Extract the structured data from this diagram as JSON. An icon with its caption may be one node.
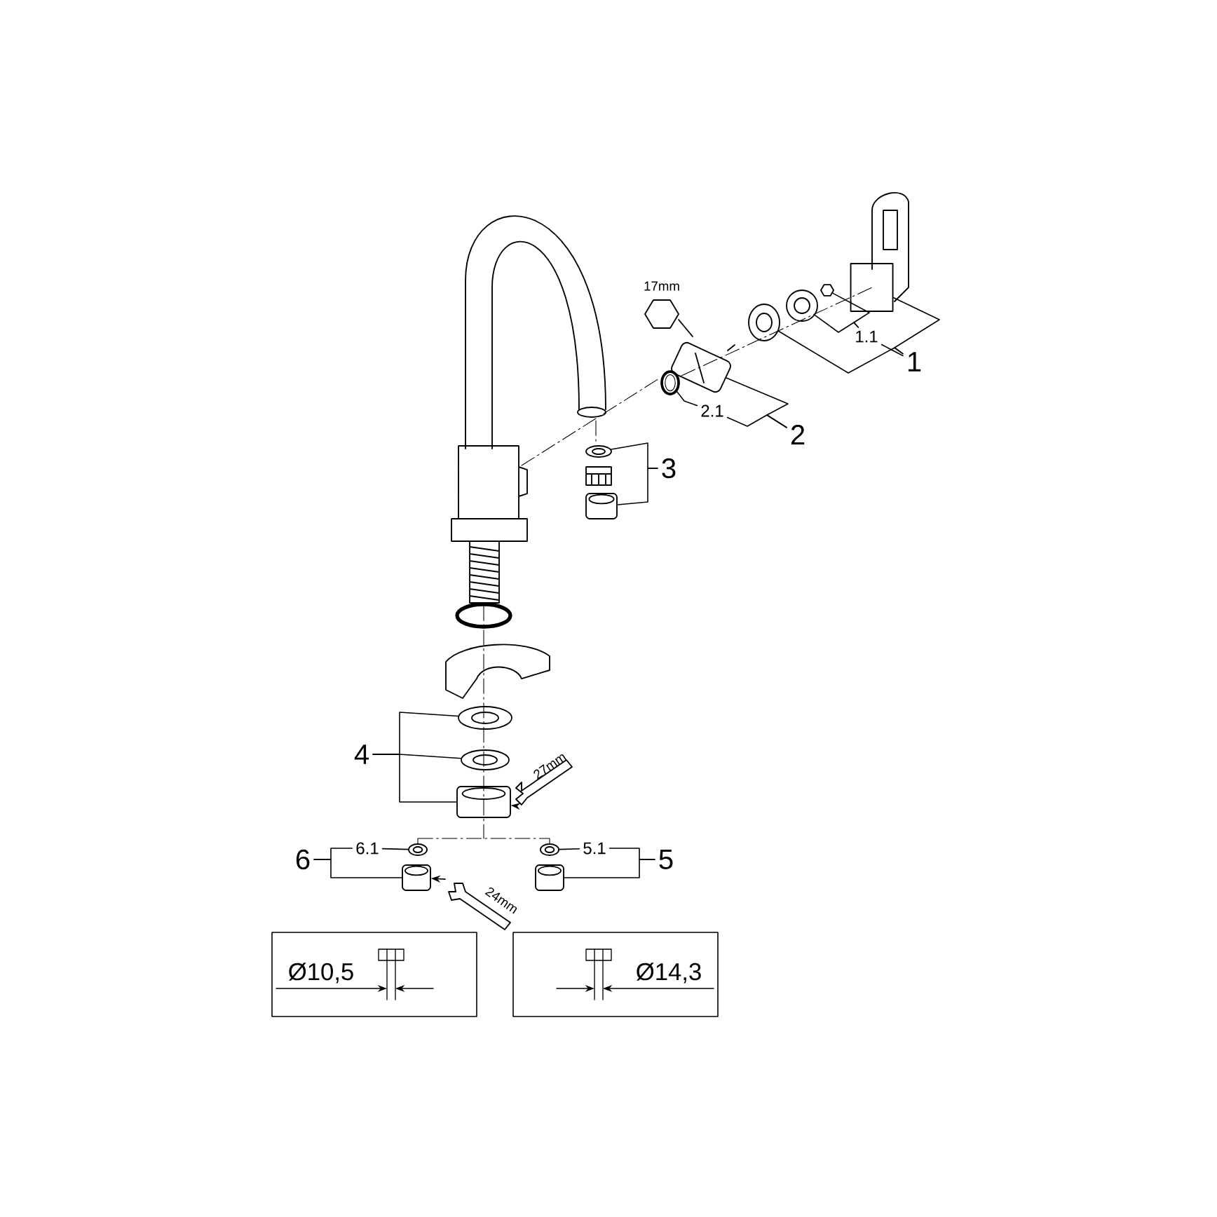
{
  "diagram": {
    "nodes": [
      {
        "text": [
          "1"
        ]
      },
      {
        "text": [
          "1.1"
        ]
      },
      {
        "text": [
          "2"
        ]
      },
      {
        "text": [
          "2.1"
        ]
      },
      {
        "text": [
          "3"
        ]
      },
      {
        "text": [
          "4"
        ]
      },
      {
        "text": [
          "5"
        ]
      },
      {
        "text": [
          "5.1"
        ]
      },
      {
        "text": [
          "6"
        ]
      },
      {
        "text": [
          "6.1"
        ]
      },
      {
        "text": [],
        "shape": "picture"
      },
      {
        "text": [],
        "shape": "picture"
      },
      {
        "text": [],
        "shape": "picture"
      },
      {
        "text": [],
        "shape": "picture"
      },
      {
        "text": [],
        "shape": "picture"
      },
      {
        "text": [],
        "shape": "picture"
      },
      {
        "text": [],
        "shape": "picture"
      },
      {
        "text": [],
        "shape": "picture"
      },
      {
        "text": [],
        "shape": "picture"
      },
      {
        "text": [],
        "shape": "picture"
      },
      {
        "text": [],
        "shape": "picture"
      },
      {
        "text": [],
        "shape": "picture"
      },
      {
        "text": [],
        "shape": "picture"
      },
      {
        "text": [],
        "shape": "picture"
      },
      {
        "text": [],
        "shape": "picture"
      },
      {
        "text": [
          "Ø10,5"
        ]
      },
      {
        "text": [
          "Ø14,3"
        ]
      },
      {
        "text": [],
        "shape": "picture",
        "beside": [
          "27mm"
        ]
      },
      {
        "text": [],
        "shape": "picture",
        "beside": [
          "24mm"
        ]
      }
    ],
    "edges": [
      {
        "from": 0,
        "to": 10,
        "arrow": "none"
      },
      {
        "from": 0,
        "to": 13,
        "arrow": "none"
      },
      {
        "from": 1,
        "to": 0,
        "arrow": "none"
      },
      {
        "from": 1,
        "to": 11,
        "arrow": "none"
      },
      {
        "from": 1,
        "to": 12,
        "arrow": "none"
      },
      {
        "from": 2,
        "to": 14,
        "arrow": "none"
      },
      {
        "from": 2,
        "to": 3,
        "arrow": "none"
      },
      {
        "from": 3,
        "to": 15,
        "arrow": "none"
      },
      {
        "from": 4,
        "to": 16,
        "arrow": "none"
      },
      {
        "from": 4,
        "to": 17,
        "arrow": "none"
      },
      {
        "from": 5,
        "to": 18,
        "arrow": "none"
      },
      {
        "from": 5,
        "to": 19,
        "arrow": "none"
      },
      {
        "from": 5,
        "to": 20,
        "arrow": "none"
      },
      {
        "from": 6,
        "to": 7,
        "arrow": "none"
      },
      {
        "from": 6,
        "to": 22,
        "arrow": "none"
      },
      {
        "from": 7,
        "to": 21,
        "arrow": "none"
      },
      {
        "from": 8,
        "to": 9,
        "arrow": "none"
      },
      {
        "from": 8,
        "to": 24,
        "arrow": "none"
      },
      {
        "from": 9,
        "to": 23,
        "arrow": "none"
      },
      {
        "from": 27,
        "to": 20,
        "arrow": "to"
      },
      {
        "from": 28,
        "to": 24,
        "arrow": "to"
      }
    ],
    "labels": [
      "17mm"
    ]
  }
}
